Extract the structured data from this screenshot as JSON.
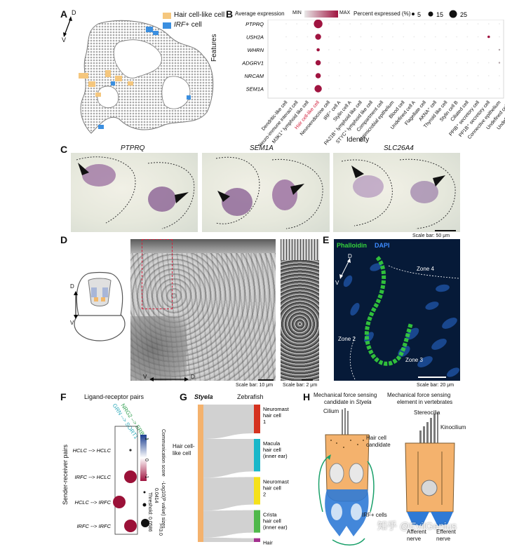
{
  "panels": {
    "A": {
      "letter": "A",
      "legend": [
        {
          "label": "Hair cell-like cell",
          "color": "#f5c77e"
        },
        {
          "label_italic": "IRF",
          "label_rest": "+ cell",
          "color": "#3b8fe0"
        }
      ],
      "compass": {
        "top": "D",
        "bottom": "V"
      }
    },
    "B": {
      "letter": "B",
      "avg_expr_title": "Average expression",
      "avg_expr_min": "MIN",
      "avg_expr_max": "MAX",
      "pct_title": "Percent expressed (%)",
      "pct_values": [
        "5",
        "15",
        "25"
      ],
      "ylabel": "Features",
      "xlabel": "Identity",
      "features": [
        "PTPRQ",
        "USH2A",
        "WHRN",
        "ADGRV1",
        "NRCAM",
        "SEM1A"
      ],
      "identities": [
        "Dendritic-like cell",
        "Neuro-immune interact cell",
        "M3K1⁺ lymphoid like cell",
        "Hair cell-like cell",
        "Neuroendocrine cell",
        "IRF⁺ cell A",
        "Stylin cell A",
        "PA21B⁺ lymphoid like cell",
        "STYC⁺ lymphoid like cell",
        "Compartment cell",
        "Antimicrobial epithelium",
        "Blood cell",
        "Undefined cell A",
        "Flagellate cell",
        "AKNA⁺ cell",
        "Thyroid like cell",
        "Stylin cell B",
        "Ciliated cell",
        "PPIB⁺ secretory cell",
        "PP1B⁺ secretory cell",
        "Connective epithelium",
        "Undefined cell B",
        "Undefined cell C"
      ],
      "highlight_identity": "Hair cell-like cell",
      "dot_colors": {
        "low": "#e8e8e8",
        "high": "#a01440"
      }
    },
    "C": {
      "letter": "C",
      "genes": [
        "PTPRQ",
        "SEM1A",
        "SLC26A4"
      ],
      "scale_bar": "Scale bar: 50 μm"
    },
    "D": {
      "letter": "D",
      "compass": {
        "top": "D",
        "bottom": "V"
      },
      "scale_bar_1": "Scale bar: 10 μm",
      "scale_bar_2": "Scale bar: 2 μm",
      "axis_left": "V",
      "axis_right": "D"
    },
    "E": {
      "letter": "E",
      "stain_1": "Phalloidin",
      "stain_2": "DAPI",
      "stain_1_color": "#35d23c",
      "stain_2_color": "#3d8bff",
      "compass": {
        "top": "D",
        "bottom": "V"
      },
      "zones": [
        "Zone 4",
        "Zone 2",
        "Zone 3"
      ],
      "scale_bar": "Scale bar: 20 μm"
    },
    "F": {
      "letter": "F",
      "title": "Ligand-receptor pairs",
      "pairs": [
        {
          "label": "NRG2 --> ERBB4",
          "color": "#2e9e4f"
        },
        {
          "label": "GRN --> SORT1",
          "color": "#2aa8b8"
        }
      ],
      "ylabel": "Sender-receiver pairs",
      "rows": [
        "HCLC --> HCLC",
        "IRFC --> HCLC",
        "HCLC --> IRFC",
        "IRFC --> IRFC"
      ],
      "cells": [
        {
          "row": 0,
          "col": 1,
          "size": "small",
          "score": 0.2
        },
        {
          "row": 1,
          "col": 1,
          "size": "large",
          "score": 1.0
        },
        {
          "row": 2,
          "col": 0,
          "size": "large",
          "score": 1.0
        },
        {
          "row": 3,
          "col": 1,
          "size": "large",
          "score": 1.0
        }
      ],
      "colorbar_title": "Communication score",
      "colorbar_ticks": [
        "-1",
        "0",
        "1"
      ],
      "size_legend_title": "-Log10(P value) sizes",
      "size_legend_values": [
        "0.0414",
        "Threshold: 0.0586",
        ">=3.0"
      ]
    },
    "G": {
      "letter": "G",
      "source": "Styela",
      "source_label": "Hair cell-like cell",
      "target_header": "Zebrafish",
      "targets": [
        {
          "label": "Neuromast hair cell 1",
          "color": "#d5321f",
          "weight": 0.23
        },
        {
          "label": "Macula hair cell (inner ear)",
          "color": "#19b7c9",
          "weight": 0.26
        },
        {
          "label": "Neuromast hair cell 2",
          "color": "#f5e11a",
          "weight": 0.22
        },
        {
          "label": "Crista hair cell (inner ear)",
          "color": "#4fb84a",
          "weight": 0.18
        },
        {
          "label": "Hair cell progenitor",
          "color": "#a4308f",
          "weight": 0.03
        }
      ],
      "source_color": "#f4b26d"
    },
    "H": {
      "letter": "H",
      "title_left_1": "Mechanical force sensing",
      "title_left_2": "candidate in",
      "title_left_species": "Styela",
      "title_right_1": "Mechanical force sensing",
      "title_right_2": "element in vertebrates",
      "cilium": "Cilium",
      "hair_cell_candidate": "Hair cell candidate",
      "irf_cells": "IRF+ cells",
      "stereocilia": "Stereocilia",
      "kinocilium": "Kinocilium",
      "afferent": "Afferent nerve",
      "efferent": "Efferent nerve"
    }
  },
  "watermark": "知乎 @EvilGenius"
}
